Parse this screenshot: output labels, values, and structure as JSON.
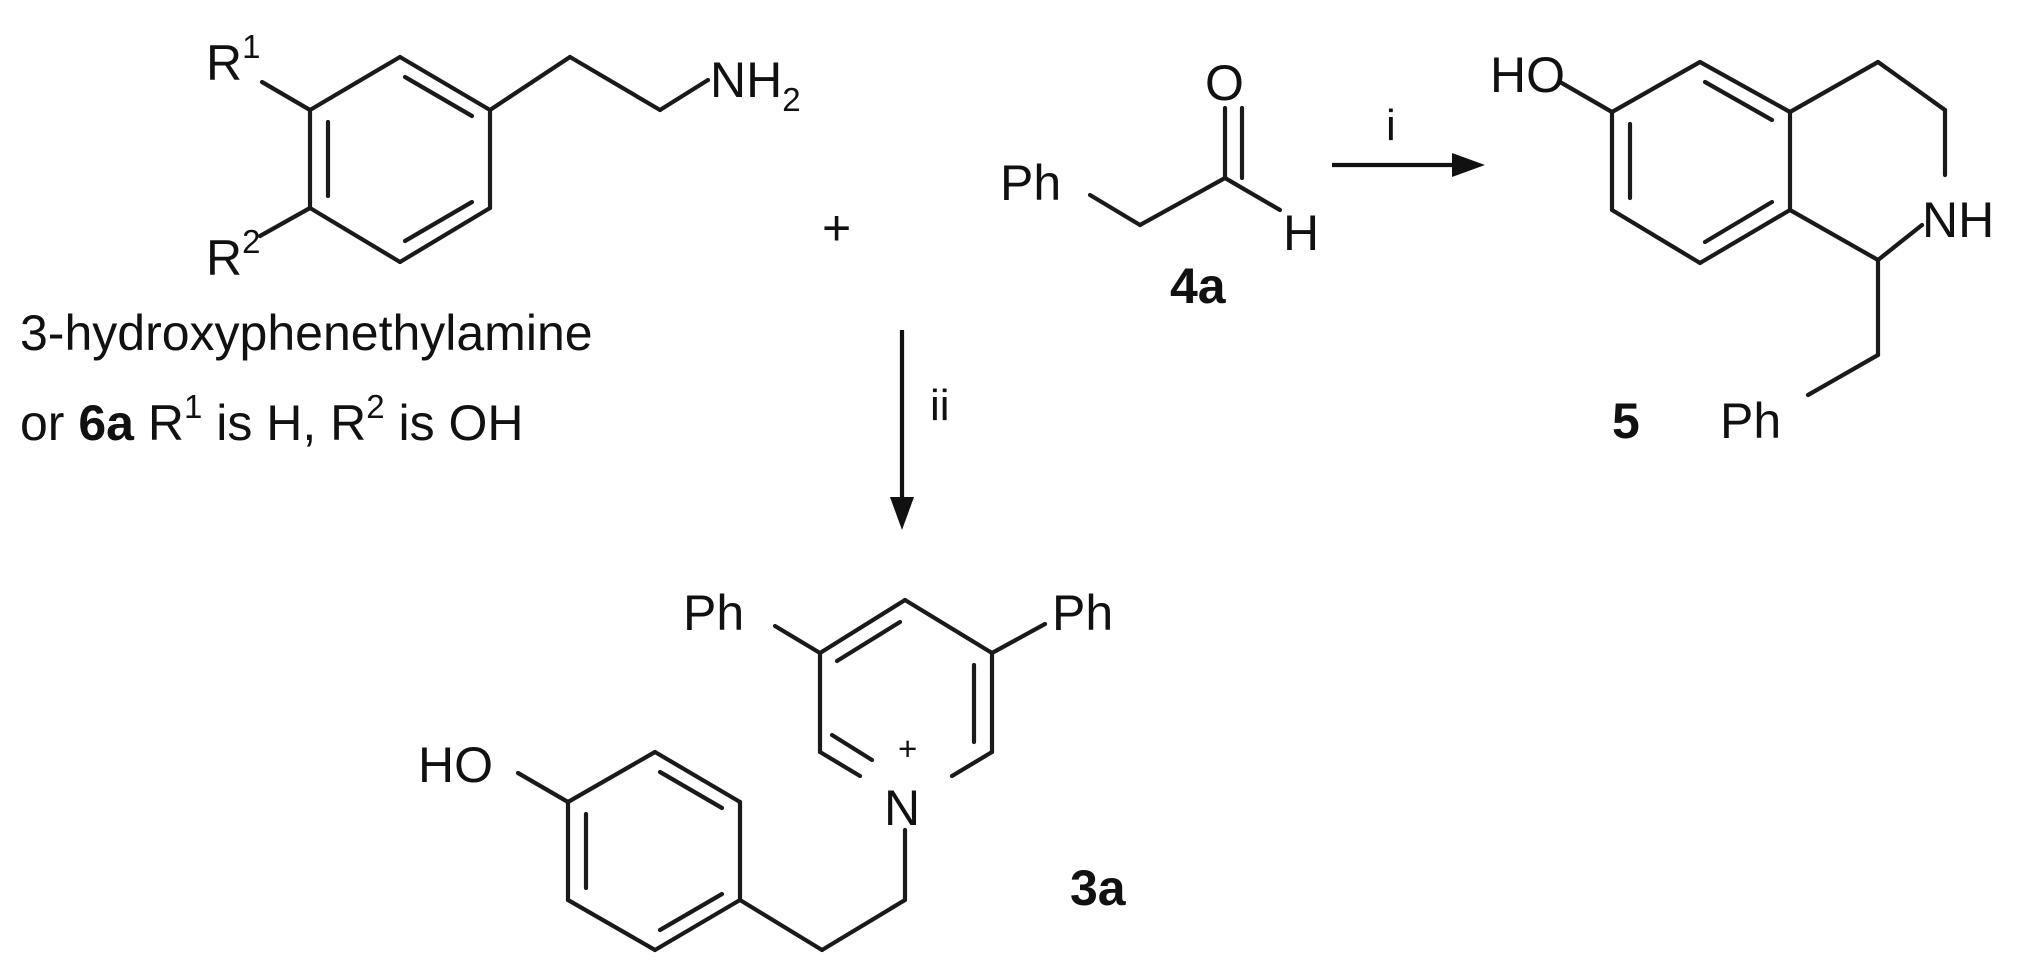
{
  "reactant_amine": {
    "r1": "R",
    "r1_sup": "1",
    "r2": "R",
    "r2_sup": "2",
    "nh": "NH",
    "nh_sub": "2",
    "name": "3-hydroxyphenethylamine",
    "alt_prefix": "or ",
    "alt_id": "6a",
    "alt_r1": " R",
    "alt_r1_sup": "1",
    "alt_mid": " is H, R",
    "alt_r2_sup": "2",
    "alt_end": " is OH"
  },
  "plus": "+",
  "aldehyde": {
    "ph": "Ph",
    "o": "O",
    "h": "H",
    "id": "4a"
  },
  "cond_i": "i",
  "cond_ii": "ii",
  "product_5": {
    "ho": "HO",
    "nh": "NH",
    "ph": "Ph",
    "id": "5"
  },
  "product_3a": {
    "ph_left": "Ph",
    "ph_right": "Ph",
    "charge": "+",
    "n": "N",
    "ho": "HO",
    "id": "3a"
  }
}
